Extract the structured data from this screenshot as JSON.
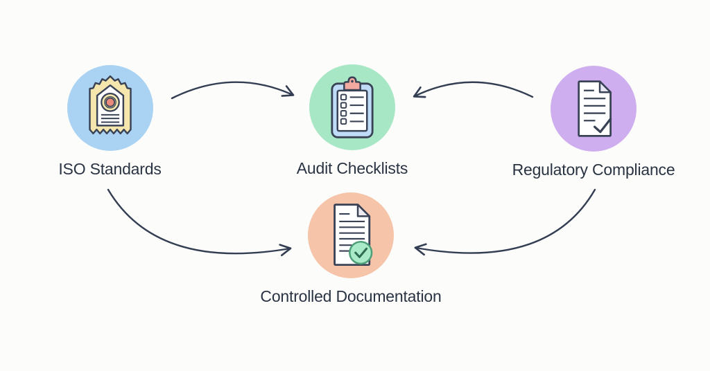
{
  "diagram": {
    "type": "flow-diagram",
    "background_color": "#FCFCFB",
    "connector_color": "#333E52",
    "label_color": "#2A3342",
    "nodes": [
      {
        "id": "iso-standards",
        "label": "ISO Standards",
        "circle_color": "#A9D2F3",
        "icon": "certificate-icon",
        "icon_colors": {
          "border": "#F4E6AC",
          "seal_center": "#E8897B",
          "paper": "#FFFFFF",
          "outline": "#3A4356"
        }
      },
      {
        "id": "audit-checklists",
        "label": "Audit Checklists",
        "circle_color": "#A8E7C6",
        "icon": "clipboard-checklist-icon",
        "icon_colors": {
          "board": "#BFDBF7",
          "clip": "#F2A9A0",
          "paper": "#FFFFFF",
          "outline": "#3A4356"
        }
      },
      {
        "id": "regulatory-compliance",
        "label": "Regulatory Compliance",
        "circle_color": "#CFAEEF",
        "icon": "document-check-icon",
        "icon_colors": {
          "paper": "#FFFFFF",
          "fold": "#E9E6F4",
          "outline": "#3A4356"
        }
      },
      {
        "id": "controlled-documentation",
        "label": "Controlled Documentation",
        "circle_color": "#F6C4A9",
        "icon": "document-verified-badge-icon",
        "icon_colors": {
          "paper": "#FFFFFF",
          "fold": "#EDEAF0",
          "badge_fill": "#A9EBC9",
          "badge_border": "#4E9E78",
          "check": "#2F6B50",
          "outline": "#3A4356"
        }
      }
    ],
    "edges": [
      {
        "from": "iso-standards",
        "to": "audit-checklists"
      },
      {
        "from": "regulatory-compliance",
        "to": "audit-checklists"
      },
      {
        "from": "iso-standards",
        "to": "controlled-documentation"
      },
      {
        "from": "regulatory-compliance",
        "to": "controlled-documentation"
      }
    ]
  }
}
